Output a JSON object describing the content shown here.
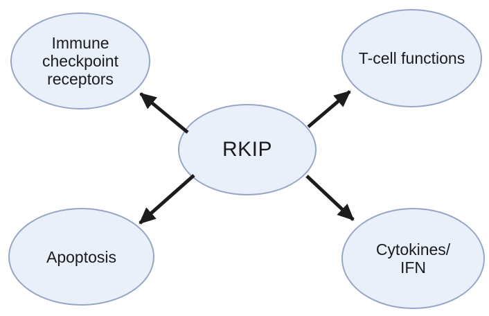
{
  "diagram": {
    "center_node": {
      "id": "rkip",
      "label": "RKIP"
    },
    "nodes": [
      {
        "id": "immune-checkpoint-receptors",
        "label": "Immune\ncheckpoint\nreceptors",
        "position": "top-left"
      },
      {
        "id": "t-cell-functions",
        "label": "T-cell functions",
        "position": "top-right"
      },
      {
        "id": "apoptosis",
        "label": "Apoptosis",
        "position": "bottom-left"
      },
      {
        "id": "cytokines-ifn",
        "label": "Cytokines/\nIFN",
        "position": "bottom-right"
      }
    ],
    "edges": [
      {
        "from": "rkip",
        "to": "immune-checkpoint-receptors",
        "style": "solid-arrow"
      },
      {
        "from": "rkip",
        "to": "t-cell-functions",
        "style": "solid-arrow"
      },
      {
        "from": "rkip",
        "to": "apoptosis",
        "style": "solid-arrow"
      },
      {
        "from": "rkip",
        "to": "cytokines-ifn",
        "style": "solid-arrow"
      }
    ],
    "colors": {
      "background": "#ffffff",
      "node_fill": "#e9f0fa",
      "node_border": "#97a5c5",
      "arrow": "#1c1c1c",
      "text": "#1b1b1e"
    }
  }
}
